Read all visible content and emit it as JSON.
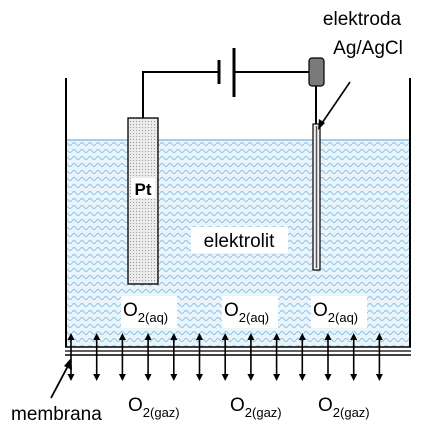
{
  "labels": {
    "electrode_title": "elektroda",
    "electrode_type": "Ag/AgCl",
    "platinum": "Pt",
    "electrolyte": "elektrolit",
    "membrane": "membrana",
    "o_symbol": "O",
    "o2_aq": "2(aq)",
    "o2_gas": "2(gaz)"
  },
  "colors": {
    "electrolyte_wave": "#8fc3e6",
    "electrolyte_fill": "#eaf4fb",
    "pt_fill": "#dcdcdc",
    "connector": "#7a7a7a",
    "line": "#000000"
  },
  "aqueous_oxygen_count": 3,
  "gas_oxygen_count": 3,
  "diffusion_arrow_count": 13
}
